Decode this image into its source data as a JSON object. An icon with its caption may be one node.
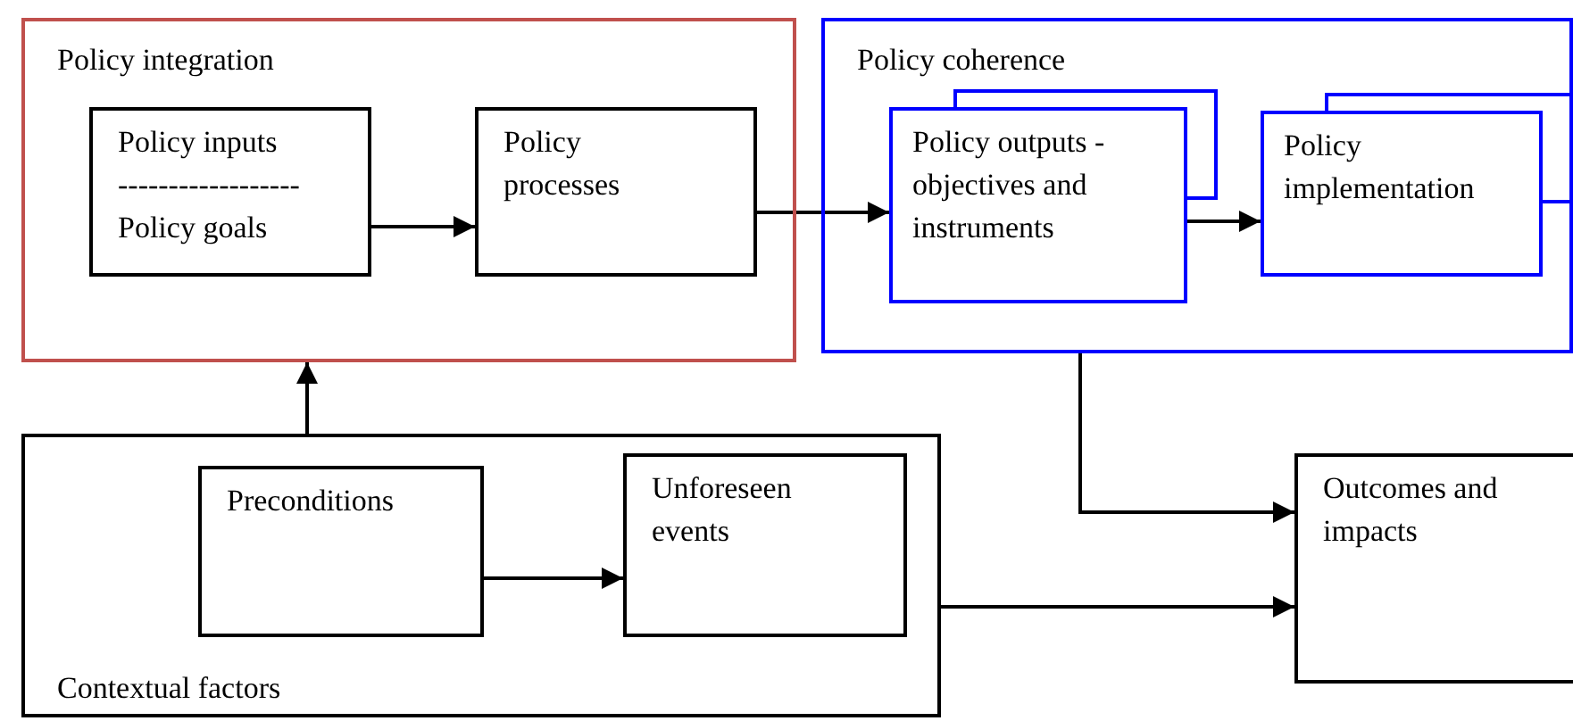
{
  "diagram": {
    "nodes": [
      {
        "text": [
          "Policy integration"
        ]
      },
      {
        "text": [
          "Policy inputs",
          "------------------",
          "Policy goals"
        ],
        "in": 0
      },
      {
        "text": [
          "Policy processes"
        ],
        "in": 0
      },
      {
        "text": [
          "Policy coherence"
        ]
      },
      {
        "text": [
          "Policy outputs - objectives and instruments"
        ],
        "in": 3
      },
      {
        "text": [
          "Policy implementation"
        ],
        "in": 3
      },
      {
        "text": [
          "Contextual factors"
        ]
      },
      {
        "text": [
          "Preconditions"
        ],
        "in": 6
      },
      {
        "text": [
          "Unforeseen events"
        ],
        "in": 6
      },
      {
        "text": [
          "Outcomes and impacts"
        ]
      }
    ],
    "edges": [
      {
        "from": 1,
        "to": 2,
        "arrow": "to"
      },
      {
        "from": 2,
        "to": 4,
        "arrow": "to"
      },
      {
        "from": 4,
        "to": 5,
        "arrow": "to"
      },
      {
        "from": 6,
        "to": 0,
        "arrow": "to"
      },
      {
        "from": 7,
        "to": 8,
        "arrow": "to"
      },
      {
        "from": 3,
        "to": 9,
        "arrow": "to"
      },
      {
        "from": 6,
        "to": 9,
        "arrow": "to"
      }
    ]
  }
}
